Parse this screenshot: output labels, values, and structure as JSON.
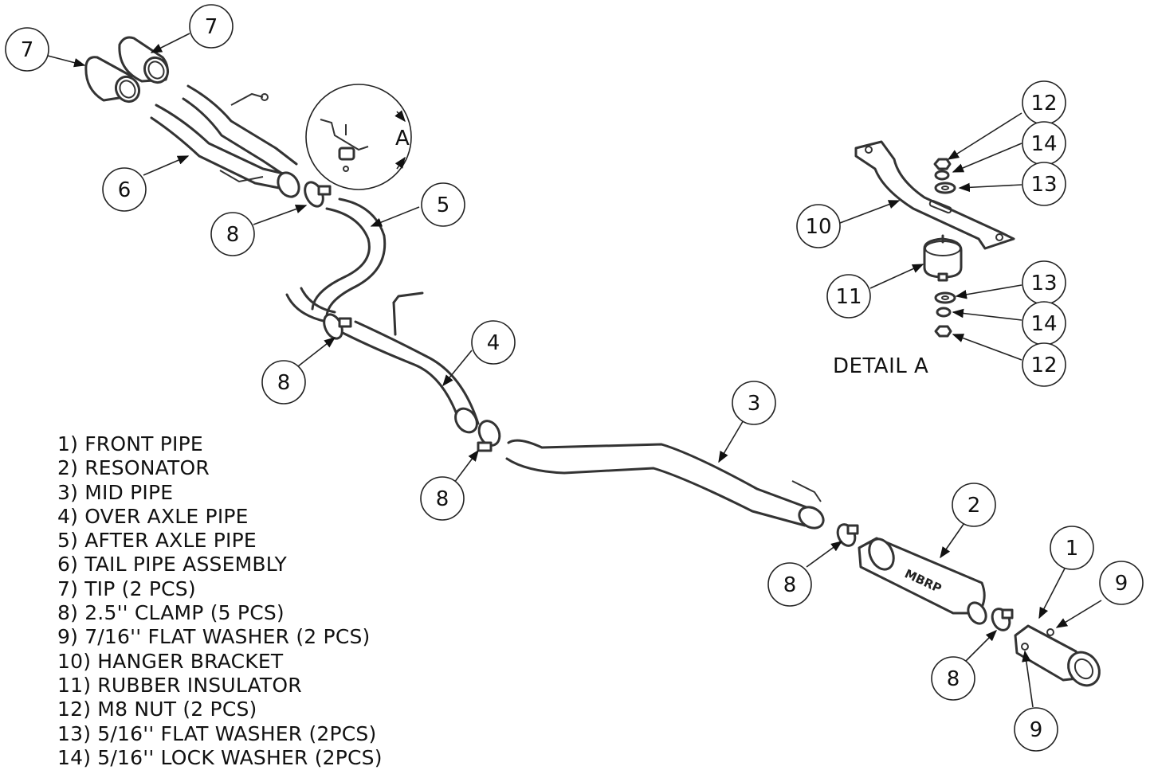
{
  "parts_list": [
    "1) FRONT PIPE",
    "2) RESONATOR",
    "3) MID PIPE",
    "4) OVER AXLE PIPE",
    "5) AFTER AXLE PIPE",
    "6) TAIL PIPE ASSEMBLY",
    "7) TIP (2 PCS)",
    "8) 2.5'' CLAMP (5 PCS)",
    "9) 7/16'' FLAT WASHER (2 PCS)",
    "10) HANGER BRACKET",
    "11) RUBBER INSULATOR",
    "12) M8 NUT (2 PCS)",
    "13) 5/16'' FLAT WASHER (2PCS)",
    "14) 5/16'' LOCK WASHER (2PCS)"
  ],
  "detail_label": "DETAIL A",
  "detail_marker": "A",
  "resonator_logo": "MBRP",
  "callouts": [
    "7",
    "7",
    "6",
    "5",
    "8",
    "8",
    "4",
    "3",
    "8",
    "8",
    "2",
    "1",
    "9",
    "8",
    "9",
    "12",
    "14",
    "13",
    "10",
    "11",
    "13",
    "14",
    "12"
  ]
}
